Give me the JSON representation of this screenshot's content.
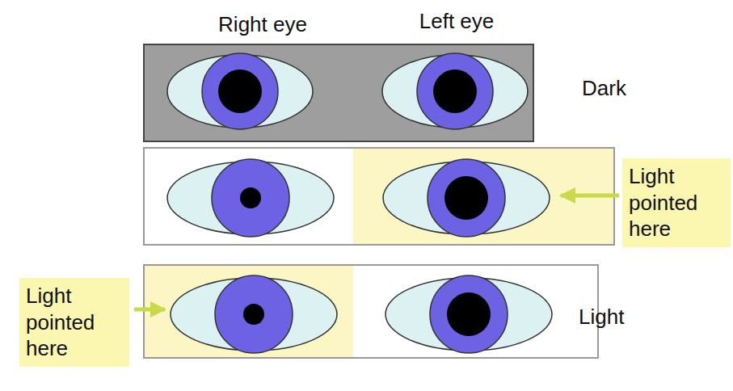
{
  "diagram": {
    "nodes": [
      {
        "text": [
          "Light pointed here"
        ]
      },
      {
        "text": [
          "Light pointed here"
        ]
      }
    ],
    "labels": [
      "Right eye",
      "Left eye",
      "Dark",
      "Light"
    ]
  }
}
